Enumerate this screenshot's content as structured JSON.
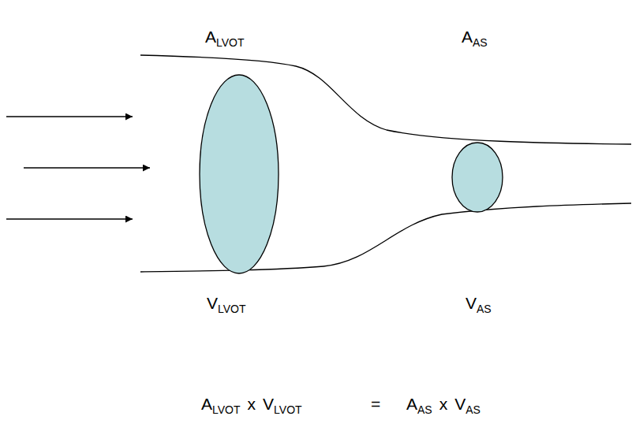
{
  "diagram": {
    "labels": [
      "A",
      "LVOT",
      "A",
      "AS",
      "V",
      "LVOT",
      "V",
      "AS",
      "A",
      "LVOT",
      "x",
      "V",
      "LVOT",
      "=",
      "A",
      "AS",
      "x",
      "V",
      "AS"
    ]
  }
}
